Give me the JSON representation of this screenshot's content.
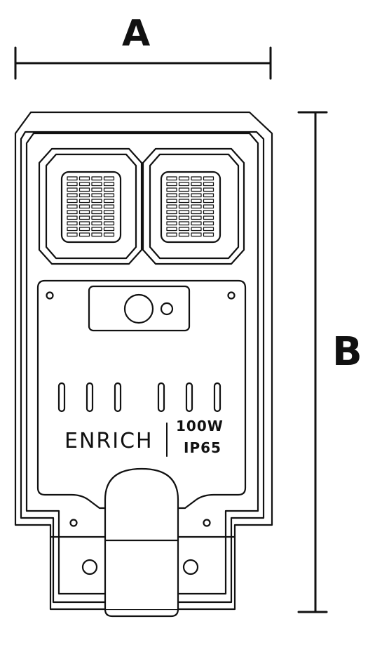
{
  "dimensions": {
    "width_label": "A",
    "height_label": "B"
  },
  "product": {
    "brand": "ENRICH",
    "power": "100W",
    "ip_rating": "IP65"
  },
  "colors": {
    "line": "#111111",
    "background": "#ffffff"
  }
}
